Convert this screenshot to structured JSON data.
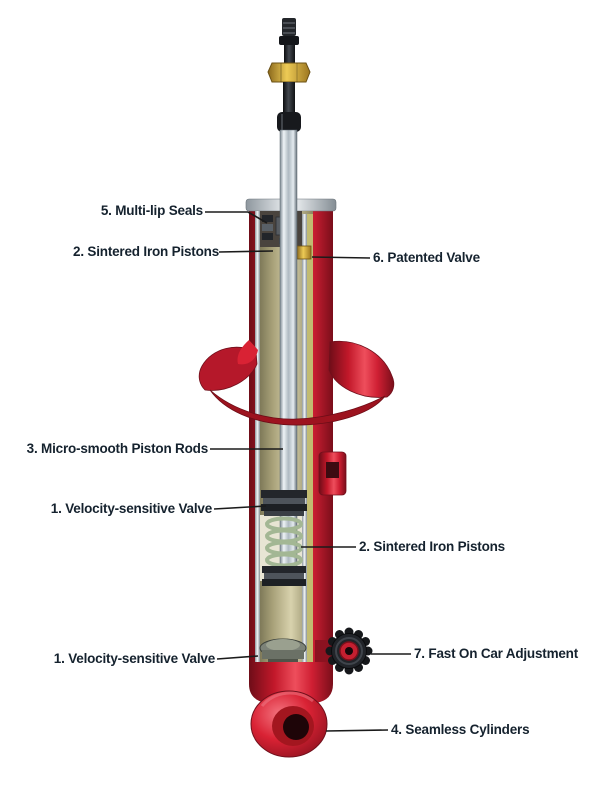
{
  "figure": {
    "subject": "Shock absorber cutaway diagram"
  },
  "labels": [
    {
      "text": "5. Multi-lip Seals",
      "side": "left"
    },
    {
      "text": "2. Sintered Iron Pistons",
      "side": "left"
    },
    {
      "text": "6. Patented Valve",
      "side": "right"
    },
    {
      "text": "3. Micro-smooth Piston Rods",
      "side": "left"
    },
    {
      "text": "1. Velocity-sensitive Valve",
      "side": "left"
    },
    {
      "text": "2. Sintered Iron Pistons",
      "side": "right"
    },
    {
      "text": "1. Velocity-sensitive Valve",
      "side": "left"
    },
    {
      "text": "7. Fast On Car Adjustment",
      "side": "right"
    },
    {
      "text": "4. Seamless Cylinders",
      "side": "right"
    }
  ],
  "colors": {
    "body_red": "#cf1f33",
    "dark_red": "#7a0e1a",
    "gold": "#edca55",
    "chrome": "#aeb9c1",
    "interior_tan": "#b9b28a",
    "text": "#15222e",
    "leader_line": "#1b1b1b",
    "background": "#ffffff"
  }
}
